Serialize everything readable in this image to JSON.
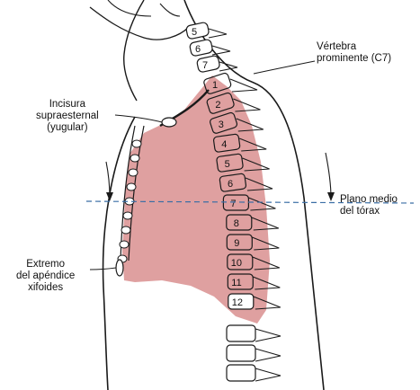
{
  "labels": {
    "c7": [
      "Vértebra",
      "prominente (C7)"
    ],
    "notch": [
      "Incisura",
      "supraesternal",
      "(yugular)"
    ],
    "plane": [
      "Plano medio",
      "del tórax"
    ],
    "xiphoid": [
      "Extremo",
      "del apéndice",
      "xifoides"
    ]
  },
  "cervical_numbers": [
    "5",
    "6",
    "7"
  ],
  "thoracic_numbers": [
    "1",
    "2",
    "3",
    "4",
    "5",
    "6",
    "7",
    "8",
    "9",
    "10",
    "11",
    "12"
  ],
  "colors": {
    "lung": "#d98f8f",
    "outline": "#1a1a1a",
    "midline": "#3a6ea5"
  }
}
